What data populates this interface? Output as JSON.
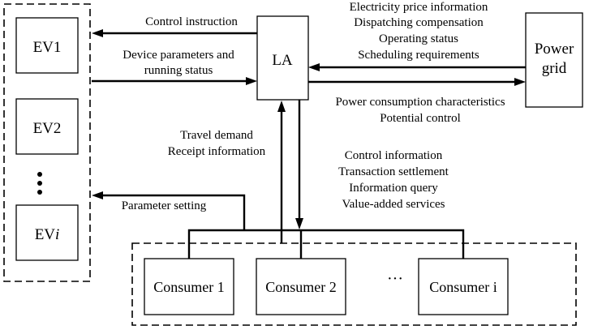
{
  "nodes": {
    "ev1": "EV1",
    "ev2": "EV2",
    "ev_dots": "•\n•\n•",
    "evi_prefix": "EV",
    "evi_index": "i",
    "la": "LA",
    "grid_line1": "Power",
    "grid_line2": "grid",
    "consumer1": "Consumer 1",
    "consumer2": "Consumer 2",
    "consumer_dots": "···",
    "consumeri": "Consumer i"
  },
  "edges": {
    "control_instruction": "Control instruction",
    "device_params_line1": "Device parameters and",
    "device_params_line2": "running status",
    "grid_to_la": [
      "Electricity price information",
      "Dispatching compensation",
      "Operating status",
      "Scheduling requirements"
    ],
    "la_to_grid": [
      "Power consumption characteristics",
      "Potential control"
    ],
    "consumer_to_la": [
      "Travel demand",
      "Receipt information"
    ],
    "la_to_consumer": [
      "Control information",
      "Transaction settlement",
      "Information query",
      "Value-added services"
    ],
    "parameter_setting": "Parameter setting"
  }
}
